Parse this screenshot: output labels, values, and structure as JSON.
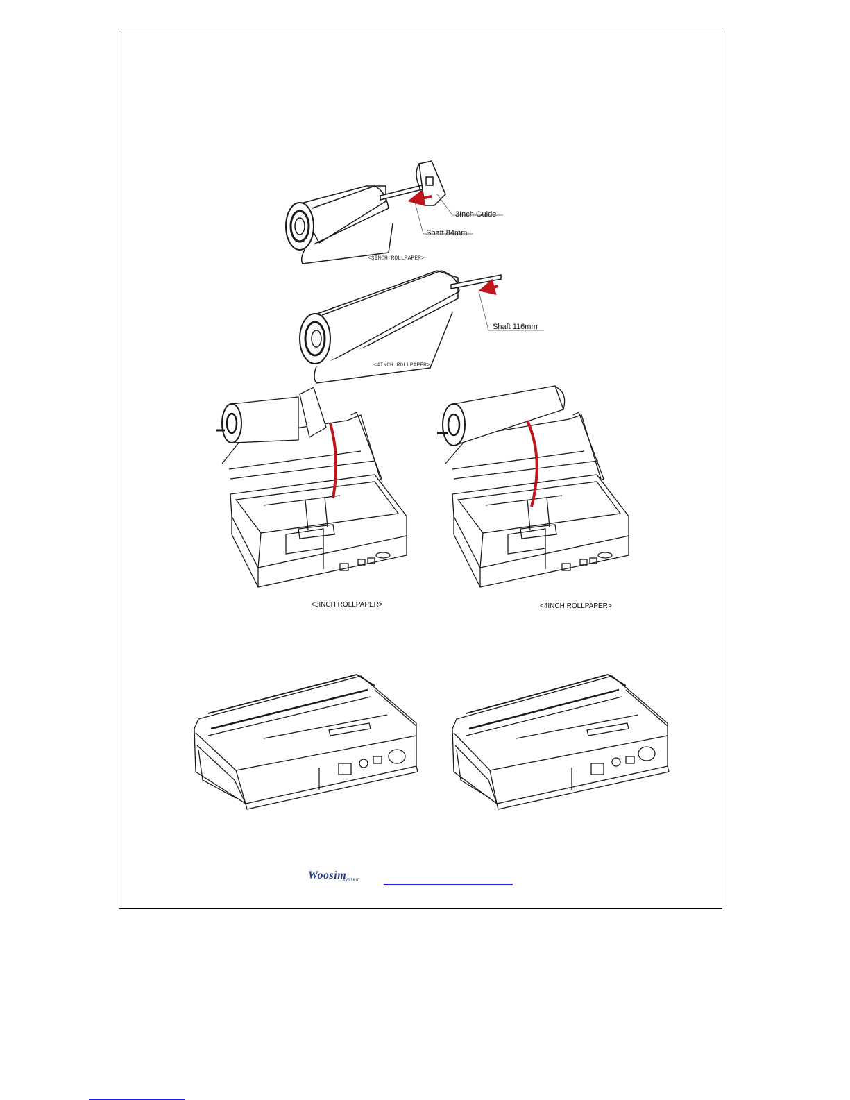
{
  "figure_texts": {
    "guide_label": "3Inch Guide",
    "shaft84_label": "Shaft 84mm",
    "shaft116_label": "Shaft 116mm",
    "top_caption_3": "<3INCH ROLLPAPER>",
    "top_caption_4": "<4INCH ROLLPAPER>",
    "printer_caption_3": "<3INCH ROLLPAPER>",
    "printer_caption_4": "<4INCH ROLLPAPER>"
  },
  "footer": {
    "logo_text": "Woosim",
    "logo_sub": "system",
    "link_text": "",
    "page_link_text": ""
  },
  "colors": {
    "arrow_red": "#c0161b",
    "line": "#1a1a1a",
    "link_blue": "#1a1aff"
  }
}
